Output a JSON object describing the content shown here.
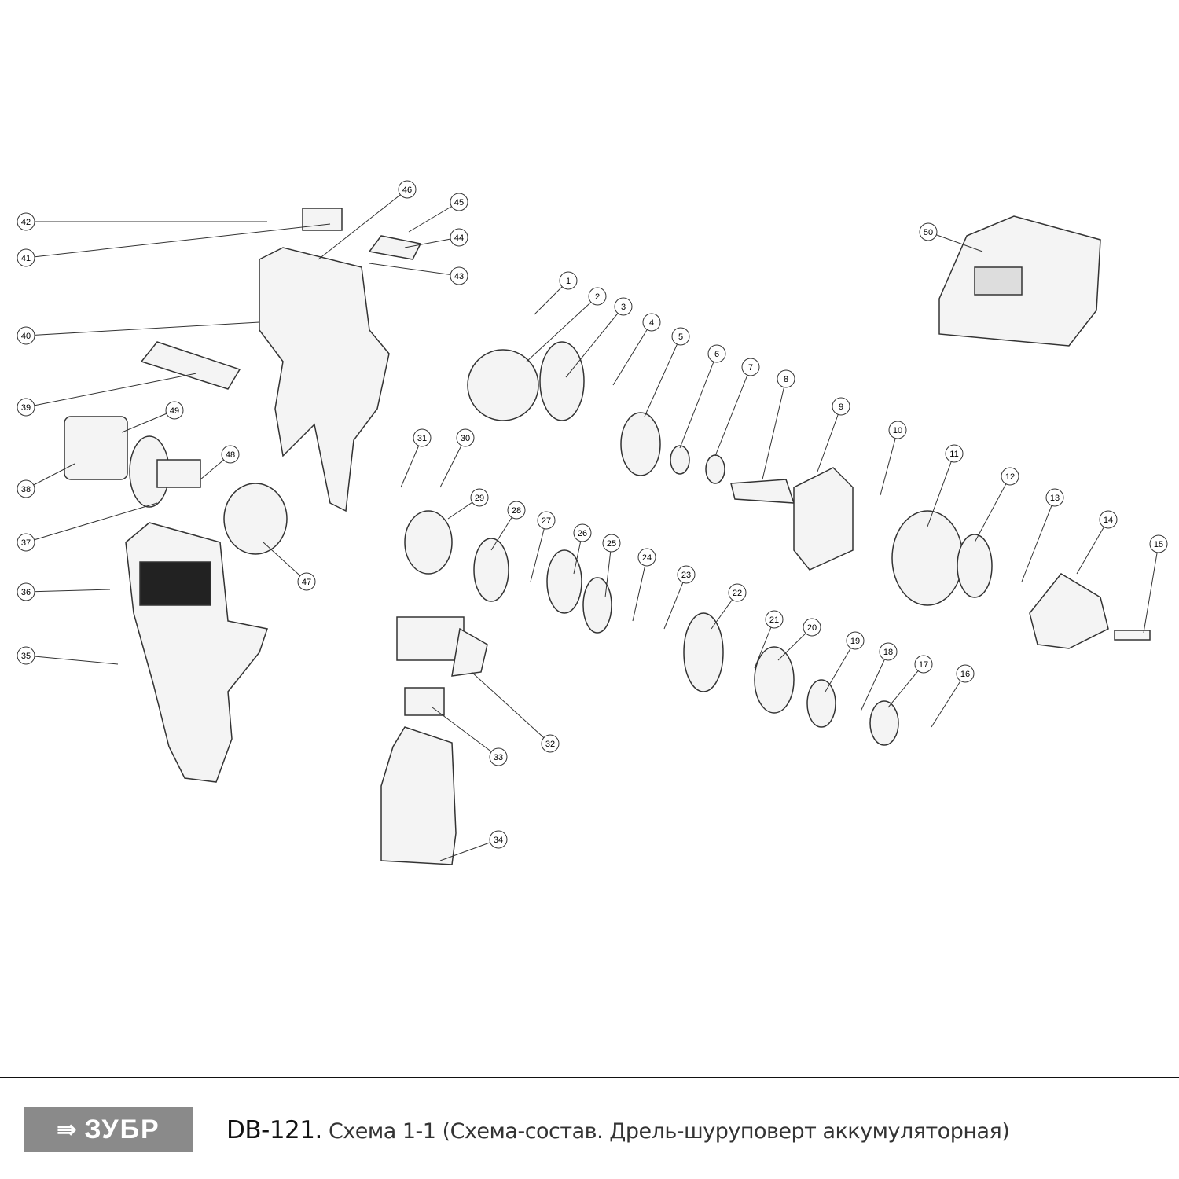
{
  "diagram": {
    "part_numbers": [
      "1",
      "2",
      "3",
      "4",
      "5",
      "6",
      "7",
      "8",
      "9",
      "10",
      "11",
      "12",
      "13",
      "14",
      "15",
      "16",
      "17",
      "18",
      "19",
      "20",
      "21",
      "22",
      "23",
      "24",
      "25",
      "26",
      "27",
      "28",
      "29",
      "30",
      "31",
      "32",
      "33",
      "34",
      "35",
      "36",
      "37",
      "38",
      "39",
      "40",
      "41",
      "42",
      "43",
      "44",
      "45",
      "46",
      "47",
      "48",
      "49",
      "50"
    ]
  },
  "footer": {
    "brand": "ЗУБР",
    "model": "DB-121.",
    "description": " Схема 1-1 (Схема-состав. Дрель-шуруповерт аккумуляторная)"
  },
  "colors": {
    "logo_bg": "#8a8a8a",
    "line": "#333333"
  }
}
